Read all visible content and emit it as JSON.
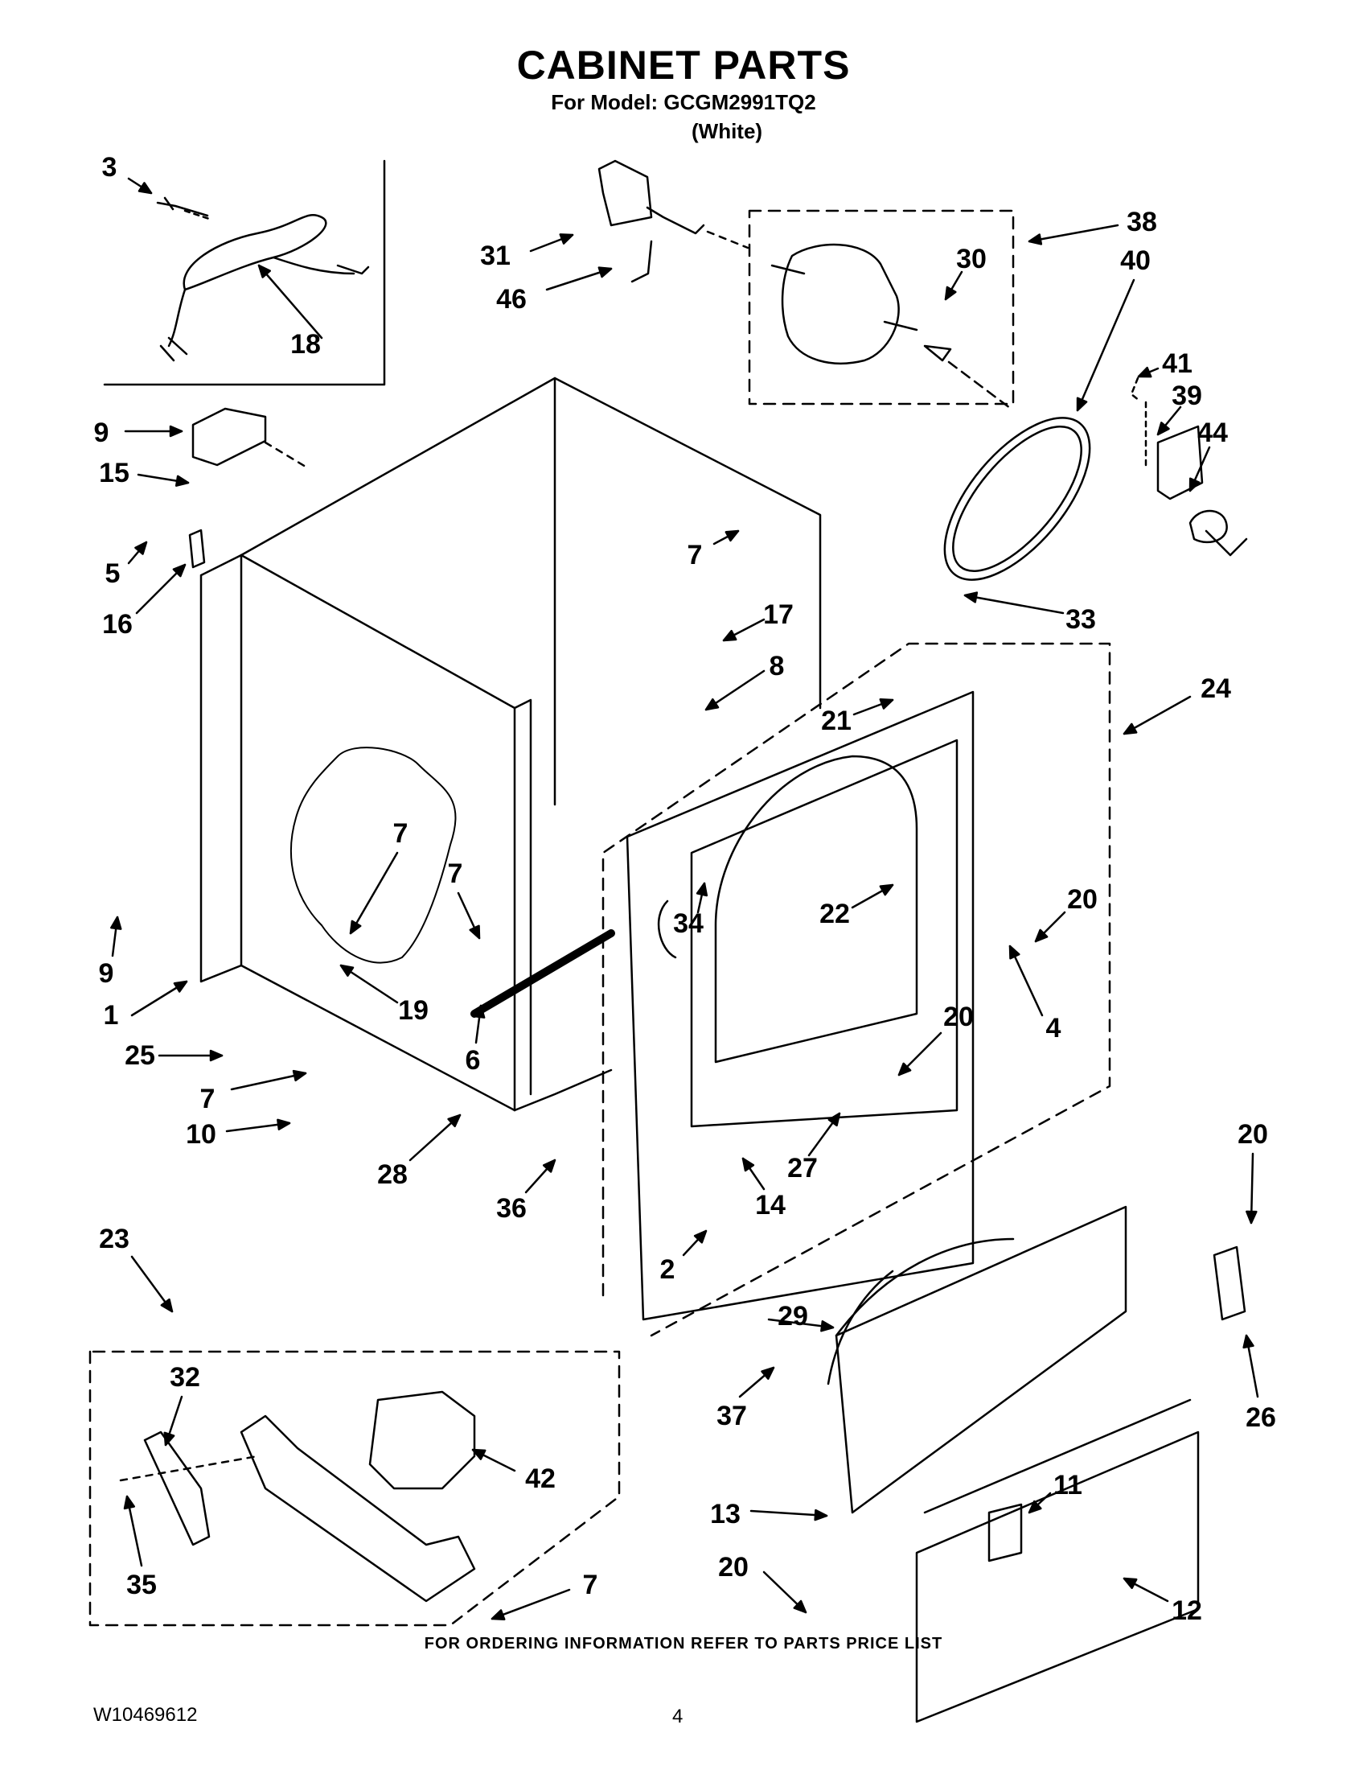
{
  "header": {
    "title": "CABINET PARTS",
    "model_line": "For Model: GCGM2991TQ2",
    "variant": "(White)"
  },
  "callouts": [
    "3",
    "18",
    "31",
    "46",
    "38",
    "30",
    "40",
    "41",
    "39",
    "44",
    "9",
    "15",
    "5",
    "16",
    "7",
    "17",
    "8",
    "33",
    "21",
    "24",
    "20",
    "22",
    "34",
    "7",
    "7",
    "9",
    "1",
    "19",
    "6",
    "4",
    "25",
    "7",
    "10",
    "28",
    "36",
    "27",
    "20",
    "14",
    "2",
    "23",
    "32",
    "42",
    "35",
    "7",
    "29",
    "37",
    "13",
    "20",
    "11",
    "12",
    "20",
    "26"
  ],
  "footer": {
    "ordering_note": "FOR ORDERING INFORMATION REFER TO PARTS PRICE LIST",
    "doc_number": "W10469612",
    "page_number": "4"
  }
}
